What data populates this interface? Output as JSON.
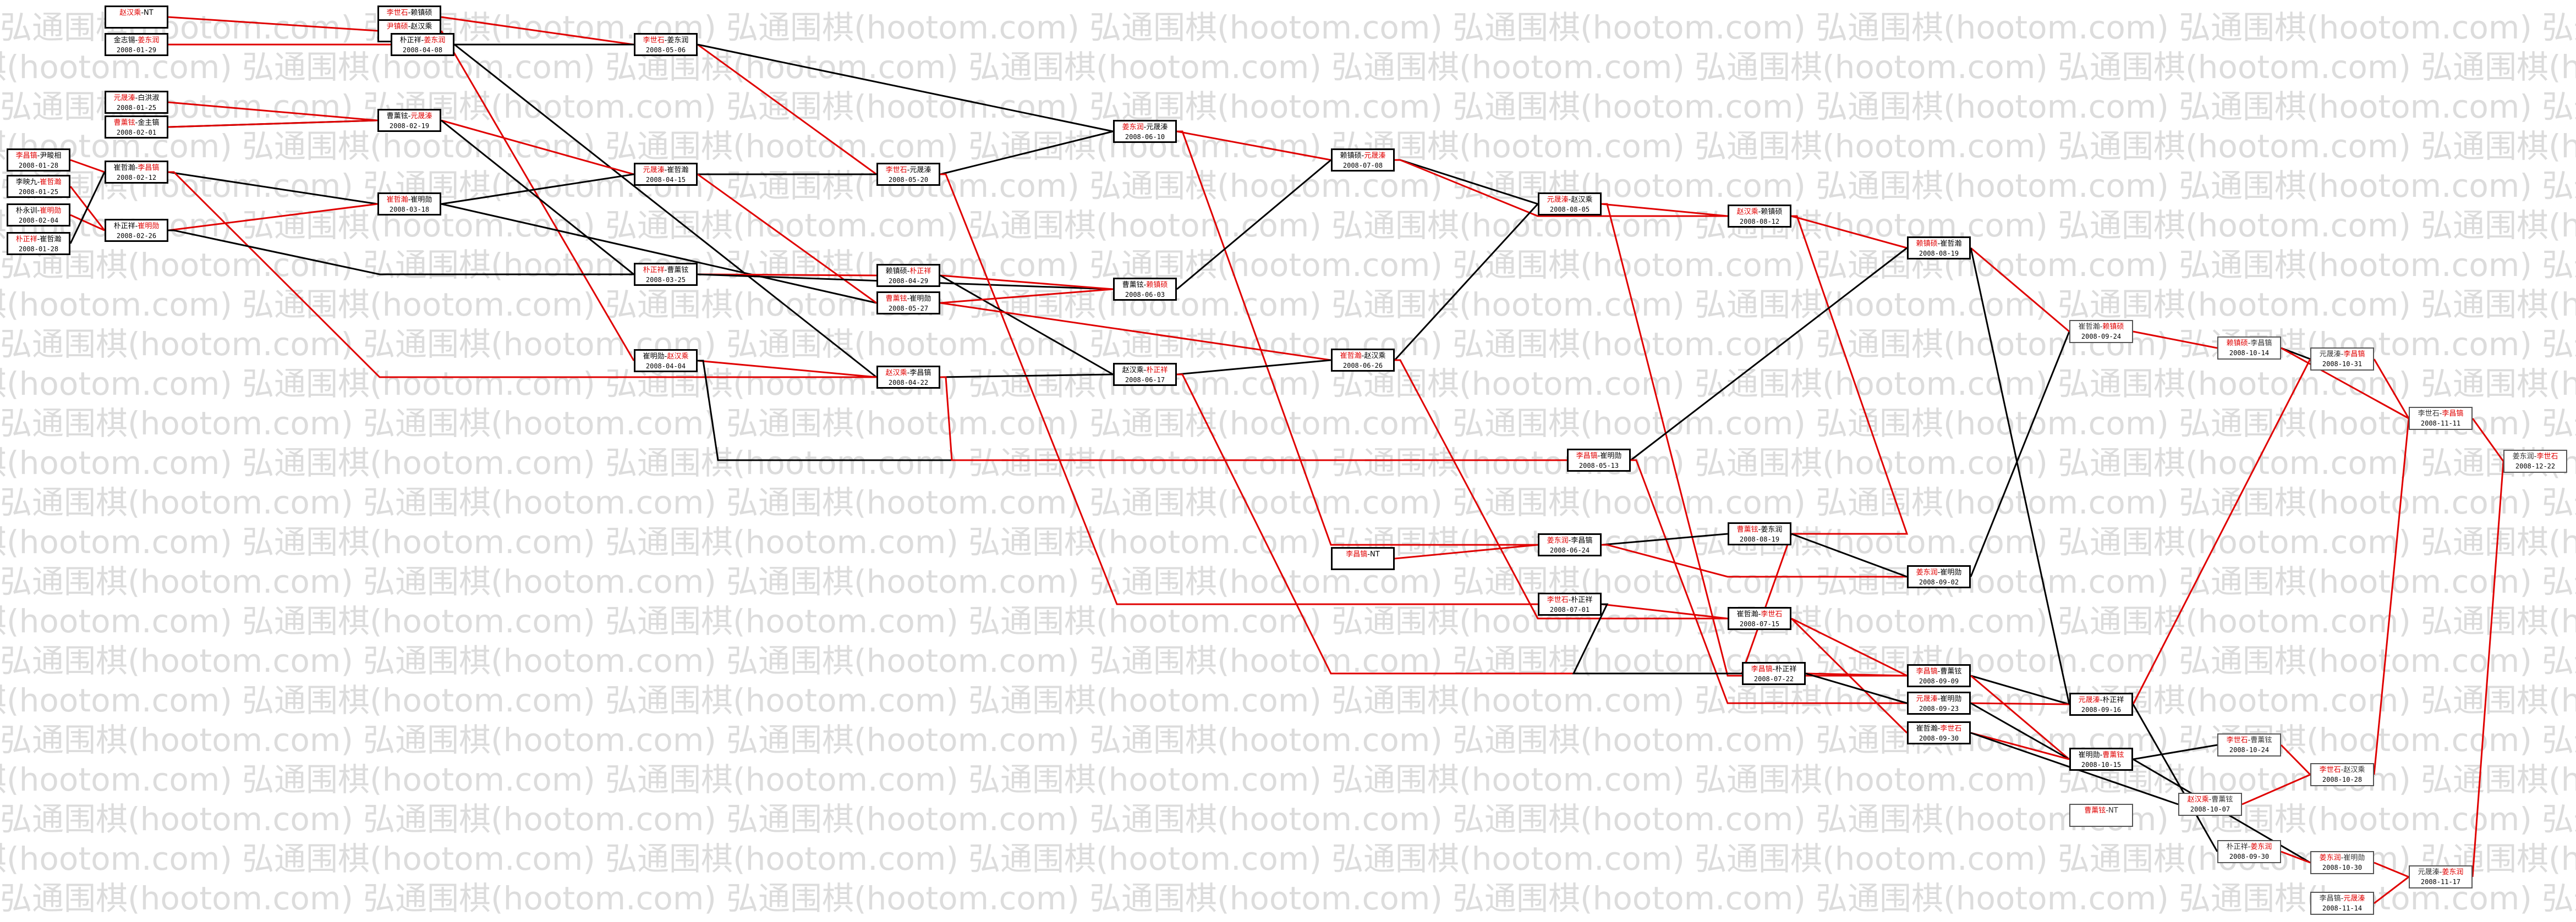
{
  "watermark": "弘通围棋(hootom.com)",
  "colors": {
    "winner": "#e00000",
    "loser": "#000000",
    "line_win": "#e00000",
    "line_plain": "#000000"
  },
  "matches": [
    {
      "id": "m01",
      "a": "赵汉乘",
      "b": "NT",
      "w": "a",
      "date": ""
    },
    {
      "id": "m02",
      "a": "金志锡",
      "b": "姜东润",
      "w": "b",
      "date": "2008-01-29"
    },
    {
      "id": "m03",
      "a": "李世石",
      "b": "赖镇硕",
      "w": "a",
      "date": ""
    },
    {
      "id": "m04",
      "a": "尹镇硕",
      "b": "赵汉乘",
      "w": "a",
      "date": ""
    },
    {
      "id": "m05",
      "a": "朴正祥",
      "b": "姜东润",
      "w": "b",
      "date": "2008-04-08"
    },
    {
      "id": "m06",
      "a": "元晟溱",
      "b": "白洪淑",
      "w": "a",
      "date": "2008-01-25"
    },
    {
      "id": "m07",
      "a": "曹薰铉",
      "b": "金主镐",
      "w": "a",
      "date": "2008-02-01"
    },
    {
      "id": "m08",
      "a": "李昌镐",
      "b": "尹畯相",
      "w": "a",
      "date": "2008-01-28"
    },
    {
      "id": "m09",
      "a": "李映九",
      "b": "崔哲瀚",
      "w": "b",
      "date": "2008-01-25"
    },
    {
      "id": "m10",
      "a": "朴永训",
      "b": "崔明勋",
      "w": "b",
      "date": "2008-02-04"
    },
    {
      "id": "m11",
      "a": "朴正祥",
      "b": "崔哲瀚",
      "w": "a",
      "date": "2008-01-28"
    },
    {
      "id": "m12",
      "a": "崔哲瀚",
      "b": "李昌镐",
      "w": "b",
      "date": "2008-02-12"
    },
    {
      "id": "m13",
      "a": "朴正祥",
      "b": "崔明勋",
      "w": "b",
      "date": "2008-02-26"
    },
    {
      "id": "m14",
      "a": "曹薰铉",
      "b": "元晟溱",
      "w": "b",
      "date": "2008-02-19"
    },
    {
      "id": "m15",
      "a": "崔哲瀚",
      "b": "崔明勋",
      "w": "a",
      "date": "2008-03-18"
    },
    {
      "id": "m16",
      "a": "李世石",
      "b": "姜东润",
      "w": "a",
      "date": "2008-05-06"
    },
    {
      "id": "m17",
      "a": "元晟溱",
      "b": "崔哲瀚",
      "w": "a",
      "date": "2008-04-15"
    },
    {
      "id": "m18",
      "a": "朴正祥",
      "b": "曹薰铉",
      "w": "a",
      "date": "2008-03-25"
    },
    {
      "id": "m19",
      "a": "崔明勋",
      "b": "赵汉乘",
      "w": "b",
      "date": "2008-04-04"
    },
    {
      "id": "m20",
      "a": "李世石",
      "b": "元晟溱",
      "w": "a",
      "date": "2008-05-20"
    },
    {
      "id": "m21",
      "a": "姜东润",
      "b": "元晟溱",
      "w": "a",
      "date": "2008-06-10"
    },
    {
      "id": "m22",
      "a": "赖镇硕",
      "b": "朴正祥",
      "w": "b",
      "date": "2008-04-29"
    },
    {
      "id": "m23",
      "a": "曹薰铉",
      "b": "崔明勋",
      "w": "a",
      "date": "2008-05-27"
    },
    {
      "id": "m24",
      "a": "曹薰铉",
      "b": "赖镇硕",
      "w": "b",
      "date": "2008-06-03"
    },
    {
      "id": "m25",
      "a": "赵汉乘",
      "b": "李昌镐",
      "w": "a",
      "date": "2008-04-22"
    },
    {
      "id": "m26",
      "a": "赵汉乘",
      "b": "朴正祥",
      "w": "b",
      "date": "2008-06-17"
    },
    {
      "id": "m27",
      "a": "赖镇硕",
      "b": "元晟溱",
      "w": "b",
      "date": "2008-07-08"
    },
    {
      "id": "m28",
      "a": "崔哲瀚",
      "b": "赵汉乘",
      "w": "a",
      "date": "2008-06-26"
    },
    {
      "id": "m29",
      "a": "元晟溱",
      "b": "赵汉乘",
      "w": "a",
      "date": "2008-08-05"
    },
    {
      "id": "m30",
      "a": "赵汉乘",
      "b": "赖镇硕",
      "w": "a",
      "date": "2008-08-12"
    },
    {
      "id": "m31",
      "a": "李昌镐",
      "b": "崔明勋",
      "w": "a",
      "date": "2008-05-13"
    },
    {
      "id": "m32",
      "a": "赖镇硕",
      "b": "崔哲瀚",
      "w": "a",
      "date": "2008-08-19"
    },
    {
      "id": "m33",
      "a": "李昌镐",
      "b": "NT",
      "w": "a",
      "date": ""
    },
    {
      "id": "m34",
      "a": "姜东润",
      "b": "李昌镐",
      "w": "a",
      "date": "2008-06-24"
    },
    {
      "id": "m35",
      "a": "曹薰铉",
      "b": "姜东润",
      "w": "a",
      "date": "2008-08-19"
    },
    {
      "id": "m36",
      "a": "李世石",
      "b": "朴正祥",
      "w": "a",
      "date": "2008-07-01"
    },
    {
      "id": "m37",
      "a": "崔哲瀚",
      "b": "李世石",
      "w": "b",
      "date": "2008-07-15"
    },
    {
      "id": "m38",
      "a": "李昌镐",
      "b": "朴正祥",
      "w": "a",
      "date": "2008-07-22"
    },
    {
      "id": "m39",
      "a": "姜东润",
      "b": "崔明勋",
      "w": "a",
      "date": "2008-09-02"
    },
    {
      "id": "m40",
      "a": "李昌镐",
      "b": "曹薰铉",
      "w": "a",
      "date": "2008-09-09"
    },
    {
      "id": "m41",
      "a": "元晟溱",
      "b": "崔明勋",
      "w": "a",
      "date": "2008-09-23"
    },
    {
      "id": "m42",
      "a": "崔哲瀚",
      "b": "李世石",
      "w": "b",
      "date": "2008-09-30"
    },
    {
      "id": "m43",
      "a": "崔哲瀚",
      "b": "赖镇硕",
      "w": "b",
      "date": "2008-09-24",
      "pending": true
    },
    {
      "id": "m44",
      "a": "赖镇硕",
      "b": "李昌镐",
      "w": "a",
      "date": "2008-10-14",
      "pending": true
    },
    {
      "id": "m45",
      "a": "元晟溱",
      "b": "朴正祥",
      "w": "a",
      "date": "2008-09-16"
    },
    {
      "id": "m46",
      "a": "崔明勋",
      "b": "曹薰铉",
      "w": "b",
      "date": "2008-10-15"
    },
    {
      "id": "m47",
      "a": "元晟溱",
      "b": "李昌镐",
      "w": "b",
      "date": "2008-10-31",
      "pending": true
    },
    {
      "id": "m48",
      "a": "李世石",
      "b": "曹薰铉",
      "w": "a",
      "date": "2008-10-24",
      "pending": true
    },
    {
      "id": "m49",
      "a": "赵汉乘",
      "b": "曹薰铉",
      "w": "a",
      "date": "2008-10-07",
      "pending": true
    },
    {
      "id": "m50",
      "a": "李世石",
      "b": "赵汉乘",
      "w": "a",
      "date": "2008-10-28",
      "pending": true
    },
    {
      "id": "m51",
      "a": "曹薰铉",
      "b": "NT",
      "w": "a",
      "date": "",
      "pending": true
    },
    {
      "id": "m52",
      "a": "朴正祥",
      "b": "姜东润",
      "w": "b",
      "date": "2008-09-30",
      "pending": true
    },
    {
      "id": "m53",
      "a": "姜东润",
      "b": "崔明勋",
      "w": "a",
      "date": "2008-10-30",
      "pending": true
    },
    {
      "id": "m54",
      "a": "李世石",
      "b": "李昌镐",
      "w": "b",
      "date": "2008-11-11",
      "pending": true
    },
    {
      "id": "m55",
      "a": "李昌镐",
      "b": "元晟溱",
      "w": "b",
      "date": "2008-11-14",
      "pending": true
    },
    {
      "id": "m56",
      "a": "元晟溱",
      "b": "姜东润",
      "w": "b",
      "date": "2008-11-17",
      "pending": true
    },
    {
      "id": "m57",
      "a": "姜东润",
      "b": "李世石",
      "w": "b",
      "date": "2008-12-22",
      "pending": true
    }
  ]
}
